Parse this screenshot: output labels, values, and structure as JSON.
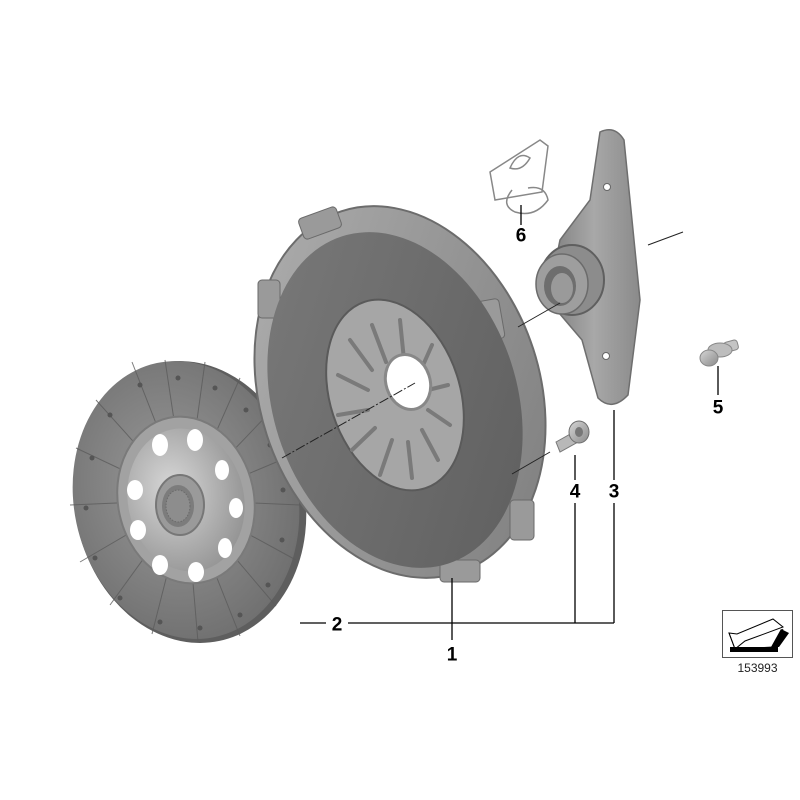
{
  "diagram": {
    "type": "exploded-parts-diagram",
    "subject": "Clutch assembly",
    "colors": {
      "background": "#ffffff",
      "part_dark": "#6b6b6b",
      "part_mid": "#8a8a8a",
      "part_light": "#b4b4b4",
      "leader_line": "#000000"
    },
    "callouts": [
      {
        "id": "1",
        "label": "1",
        "part": "clutch pressure plate"
      },
      {
        "id": "2",
        "label": "2",
        "part": "clutch disc"
      },
      {
        "id": "3",
        "label": "3",
        "part": "release bearing with fork"
      },
      {
        "id": "4",
        "label": "4",
        "part": "hex socket bolt"
      },
      {
        "id": "5",
        "label": "5",
        "part": "ball stud"
      },
      {
        "id": "6",
        "label": "6",
        "part": "retaining clip"
      }
    ],
    "reference": {
      "icon": "view-direction-arrow-icon",
      "number": "153993"
    }
  }
}
